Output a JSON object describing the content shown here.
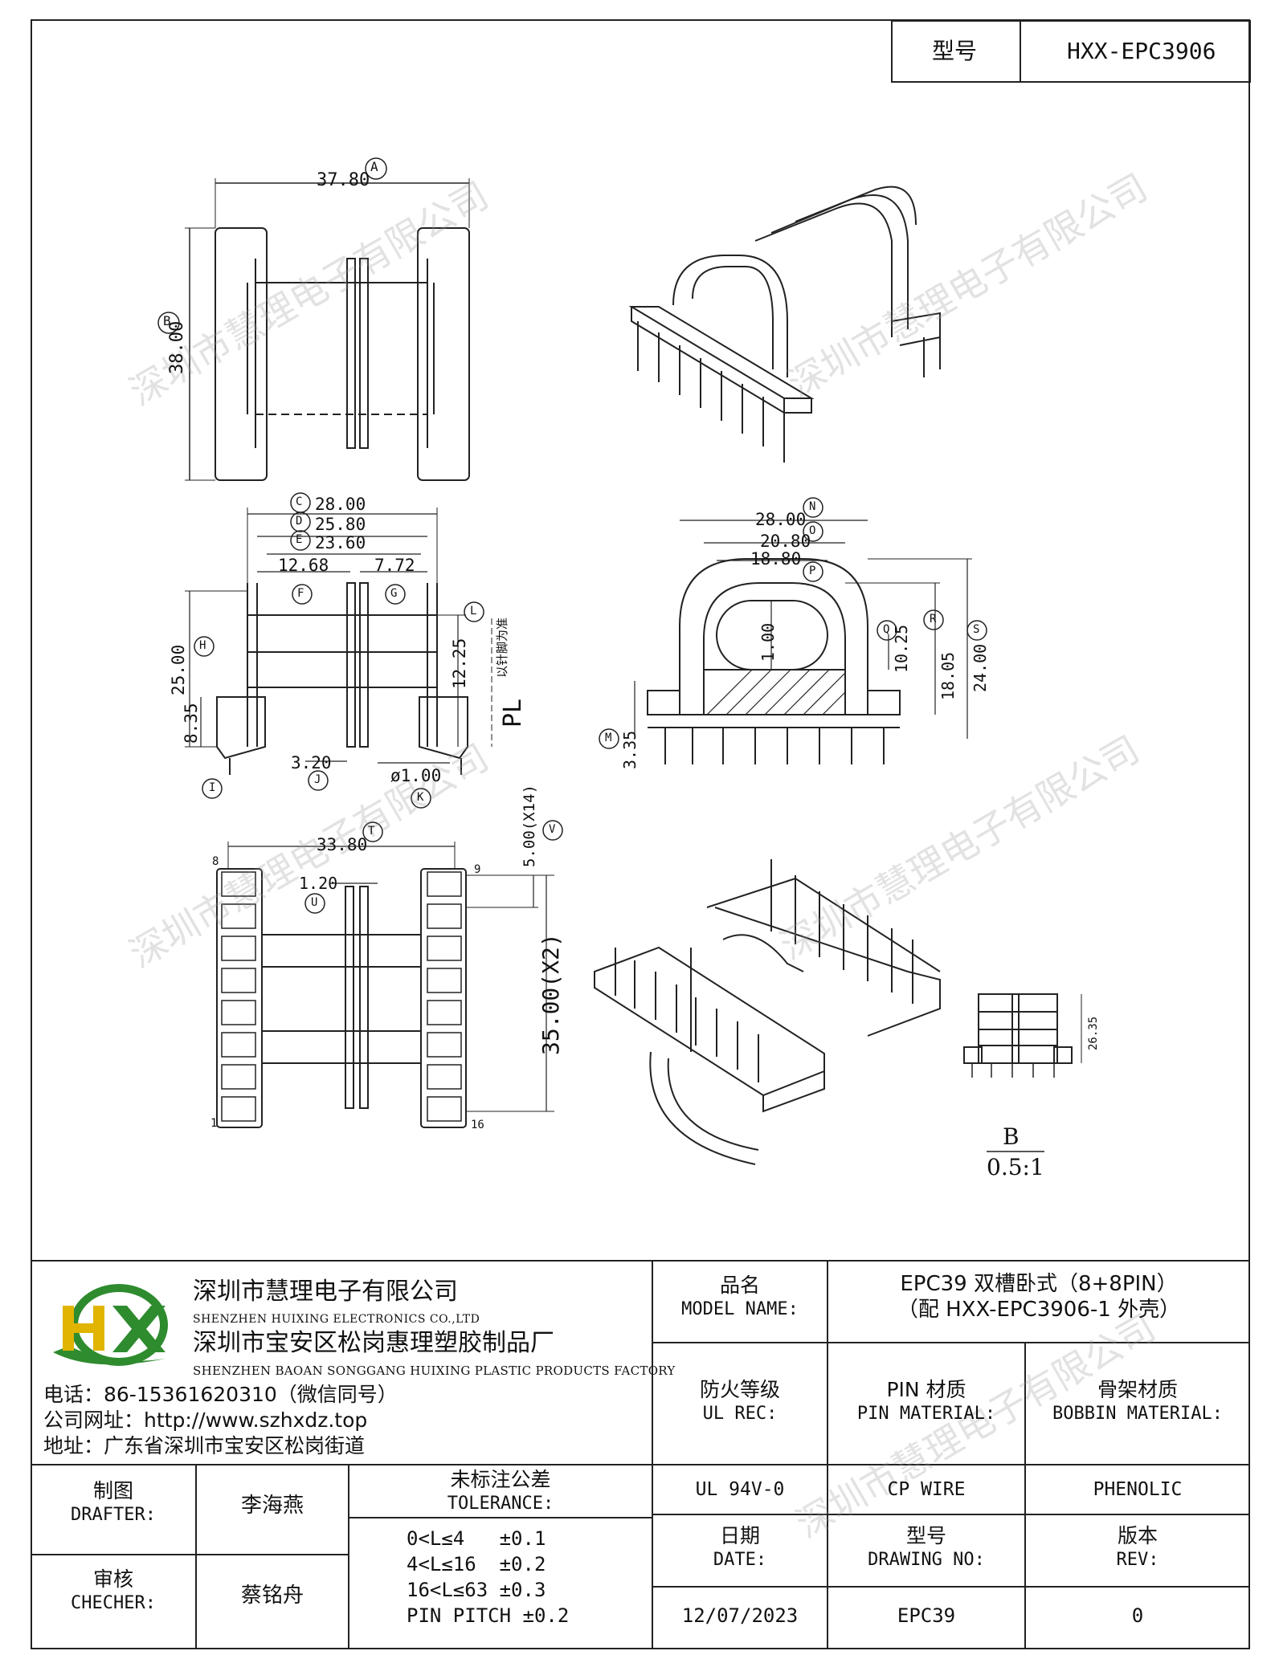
{
  "header": {
    "model_label": "型号",
    "model_value": "HXX-EPC3906"
  },
  "watermark": "深圳市慧理电子有限公司",
  "dims": {
    "top_width": "37.80",
    "A": "A",
    "B": "B",
    "top_height": "38.00",
    "side_w1": "28.00",
    "side_w2": "25.80",
    "side_w3": "23.60",
    "side_w4": "12.68",
    "side_w5": "7.72",
    "C": "C",
    "D": "D",
    "E": "E",
    "F": "F",
    "G": "G",
    "H": "H",
    "I": "I",
    "J": "J",
    "K": "K",
    "L": "L",
    "M": "M",
    "N": "N",
    "O": "O",
    "P": "P",
    "Q": "Q",
    "R": "R",
    "S": "S",
    "T": "T",
    "U": "U",
    "V": "V",
    "side_h": "25.00",
    "side_h2": "8.35",
    "side_h3": "12.25",
    "pin_gap": "3.20",
    "pin_dia": "ø1.00",
    "pl": "PL",
    "pl_note": "以针脚为准",
    "front_w1": "28.00",
    "front_w2": "20.80",
    "front_w3": "18.80",
    "front_1": "1.00",
    "front_h1": "10.25",
    "front_h2": "18.05",
    "front_h3": "24.00",
    "front_pin": "3.35",
    "bottom_w": "33.80",
    "bottom_slot": "1.20",
    "pitch": "5.00(X14)",
    "span": "35.00(X2)",
    "pin8": "8",
    "pin9": "9",
    "pin1": "1",
    "pin16": "16",
    "small_h": "26.35",
    "view_b": "B",
    "scale": "0.5:1"
  },
  "company": {
    "name_cn1": "深圳市慧理电子有限公司",
    "name_en1": "SHENZHEN HUIXING ELECTRONICS CO.,LTD",
    "name_cn2": "深圳市宝安区松岗惠理塑胶制品厂",
    "name_en2": "SHENZHEN BAOAN SONGGANG HUIXING PLASTIC PRODUCTS FACTORY",
    "phone": "电话：86-15361620310（微信同号）",
    "web": "公司网址：http://www.szhxdz.top",
    "address": "地址：广东省深圳市宝安区松岗街道",
    "logo_text": "HX"
  },
  "table": {
    "model_name_label_cn": "品名",
    "model_name_label_en": "MODEL NAME:",
    "model_name_value1": "EPC39 双槽卧式（8+8PIN）",
    "model_name_value2": "（配 HXX-EPC3906-1 外壳）",
    "ul_label_cn": "防火等级",
    "ul_label_en": "UL REC:",
    "pin_label_cn": "PIN 材质",
    "pin_label_en": "PIN MATERIAL:",
    "bobbin_label_cn": "骨架材质",
    "bobbin_label_en": "BOBBIN MATERIAL:",
    "ul_value": "UL 94V-0",
    "pin_value": "CP WIRE",
    "bobbin_value": "PHENOLIC",
    "drafter_cn": "制图",
    "drafter_en": "DRAFTER:",
    "drafter_name": "李海燕",
    "checker_cn": "审核",
    "checker_en": "CHECHER:",
    "checker_name": "蔡铭舟",
    "tol_cn": "未标注公差",
    "tol_en": "TOLERANCE:",
    "tol1": "0<L≤4   ±0.1",
    "tol2": "4<L≤16  ±0.2",
    "tol3": "16<L≤63 ±0.3",
    "tol4": "PIN PITCH ±0.2",
    "date_cn": "日期",
    "date_en": "DATE:",
    "date_value": "12/07/2023",
    "dwg_cn": "型号",
    "dwg_en": "DRAWING NO:",
    "dwg_value": "EPC39",
    "rev_cn": "版本",
    "rev_en": "REV:",
    "rev_value": "0"
  }
}
